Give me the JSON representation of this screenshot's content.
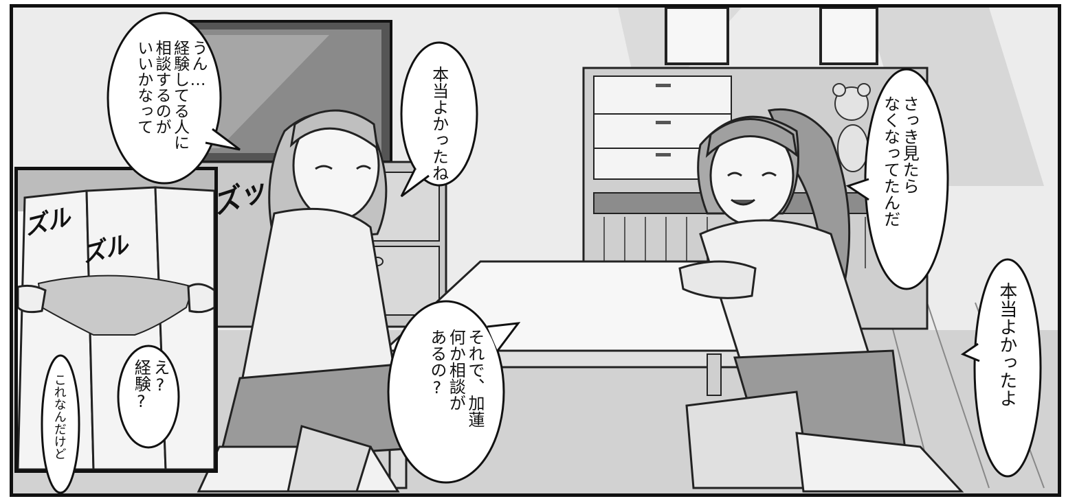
{
  "panel": {
    "background": "#e6e6e6",
    "ink": "#111111"
  },
  "bubbles": {
    "left_girl_top": "うん…\n経験してる人に\n相談するのが\nいいかなって",
    "left_girl_mid": "本当よかったね",
    "right_girl_top": "さっき見たら\nなくなってたんだ",
    "right_girl_bottom": "本当よかったよ",
    "center": "それで、加蓮\n何か相談が\nあるの?",
    "inset_mid": "え?\n経験?",
    "inset_bottom": "これなんだけど"
  },
  "sfx": {
    "zutsu": "ズッ",
    "zuru1": "ズル",
    "zuru2": "ズル"
  }
}
